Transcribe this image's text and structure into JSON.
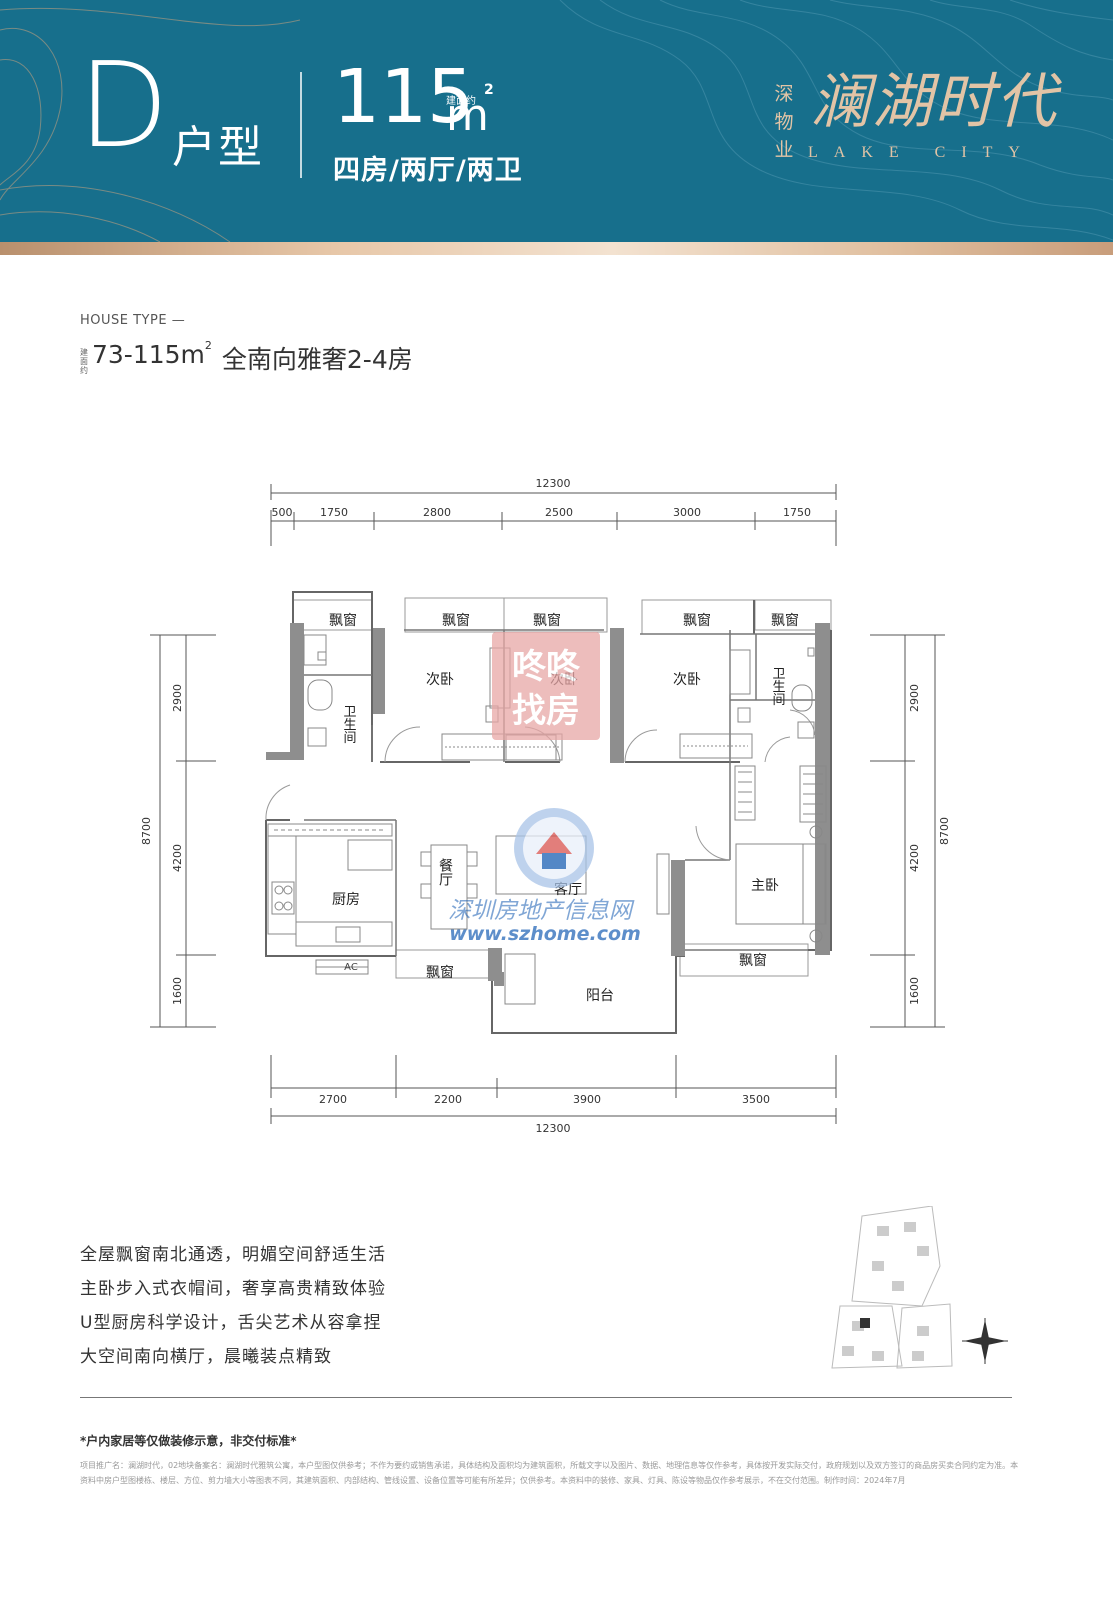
{
  "header": {
    "type_letter": "D",
    "type_suffix": "户型",
    "area": "115",
    "area_tag": "建面约",
    "area_unit": "m",
    "area_sup": "2",
    "rooms": "四房/两厅/两卫",
    "brand_vertical": [
      "深",
      "物",
      "业"
    ],
    "brand_cn": "澜湖时代",
    "brand_en": "LAKE CITY"
  },
  "intro": {
    "label": "HOUSE TYPE —",
    "area_tag": "建面约",
    "area_range": "73-115m",
    "area_sup": "2",
    "description": "全南向雅奢2-4房"
  },
  "plan": {
    "top_total": "12300",
    "top_dims": [
      "500",
      "1750",
      "2800",
      "2500",
      "3000",
      "1750"
    ],
    "bottom_dims": [
      "2700",
      "2200",
      "3900",
      "3500"
    ],
    "bottom_total": "12300",
    "left_dims": [
      "2900",
      "4200",
      "1600"
    ],
    "left_total": "8700",
    "right_dims": [
      "2900",
      "4200",
      "1600"
    ],
    "right_total": "8700",
    "rooms": {
      "bay_window": "飘窗",
      "second_bedroom": "次卧",
      "bathroom": "卫生间",
      "kitchen": "厨房",
      "dining": "餐厅",
      "living": "客厅",
      "master_bedroom": "主卧",
      "balcony": "阳台",
      "ac": "AC"
    },
    "watermarks": {
      "stamp_line1": "咚咚",
      "stamp_line2": "找房",
      "site_cn": "深圳房地产信息网",
      "site_url": "www.szhome.com"
    }
  },
  "features": [
    "全屋飘窗南北通透，明媚空间舒适生活",
    "主卧步入式衣帽间，奢享高贵精致体验",
    "U型厨房科学设计，舌尖艺术从容拿捏",
    "大空间南向横厅，晨曦装点精致"
  ],
  "disclaimer": "*户内家居等仅做装修示意，非交付标准*",
  "fine_print": "项目推广名：澜湖时代，02地块备案名：澜湖时代雅筑公寓，本户型图仅供参考；不作为要约或销售承诺，具体结构及面积均为建筑面积，所载文字以及图片、数据、地理信息等仅作参考，具体按开发实际交付，政府规划以及双方签订的商品房买卖合同约定为准。本资料中房户型图楼栋、楼层、方位、剪力墙大小等图表不同，其建筑面积、内部结构、管线设置、设备位置等可能有所差异；仅供参考。本资料中的装修、家具、灯具、陈设等物品仅作参考展示，不在交付范围。制作时间：2024年7月",
  "colors": {
    "header_bg": "#176f8c",
    "brand_gold": "#e2c4a6",
    "wall_gray": "#8e8e8e",
    "watermark_red": "#d9534f",
    "watermark_blue": "#1a5fb4"
  }
}
